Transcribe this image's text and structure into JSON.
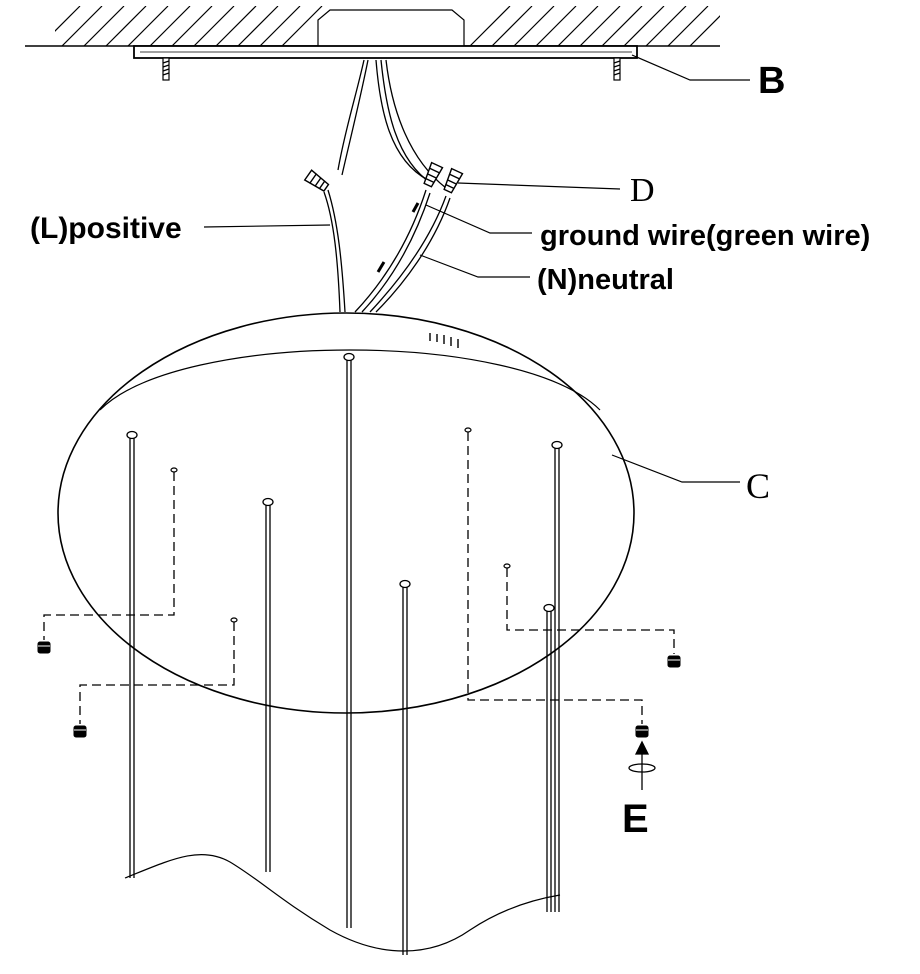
{
  "labels": {
    "b": "B",
    "c": "C",
    "d": "D",
    "e": "E",
    "positive": "(L)positive",
    "ground": "ground wire(green wire)",
    "neutral": "(N)neutral"
  },
  "colors": {
    "ink": "#000000",
    "background": "#ffffff"
  }
}
